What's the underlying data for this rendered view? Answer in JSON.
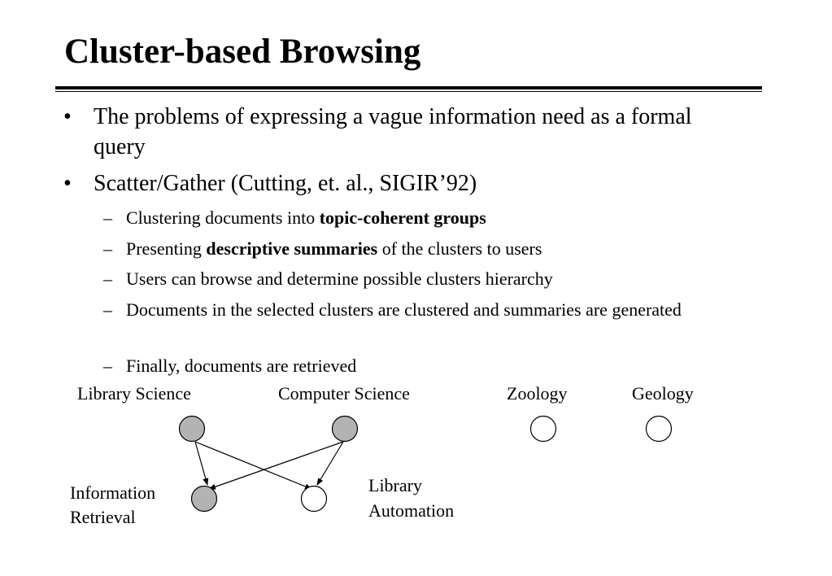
{
  "title": "Cluster-based Browsing",
  "bullets": [
    {
      "text": "The problems of expressing a vague information need as a formal query"
    },
    {
      "text": "Scatter/Gather (Cutting, et. al., SIGIR’92)"
    }
  ],
  "subbullet_marker": "–",
  "bullet_marker": "•",
  "subbullets": [
    {
      "pre": "Clustering documents into ",
      "bold": "topic-coherent groups",
      "post": ""
    },
    {
      "pre": "Presenting ",
      "bold": "descriptive summaries",
      "post": " of the clusters to users"
    },
    {
      "pre": "Users can browse and determine possible clusters hierarchy",
      "bold": "",
      "post": ""
    },
    {
      "pre": "Documents in the selected clusters are clustered and summaries are generated",
      "bold": "",
      "post": ""
    },
    {
      "pre": "Finally, documents are retrieved",
      "bold": "",
      "post": ""
    }
  ],
  "diagram": {
    "labels": {
      "library_science": "Library Science",
      "computer_science": "Computer Science",
      "zoology": "Zoology",
      "geology": "Geology",
      "information_retrieval_1": "Information",
      "information_retrieval_2": "Retrieval",
      "library_automation_1": "Library",
      "library_automation_2": "Automation"
    },
    "colors": {
      "filled": "#b3b3b3",
      "empty": "#ffffff",
      "stroke": "#000000"
    }
  }
}
